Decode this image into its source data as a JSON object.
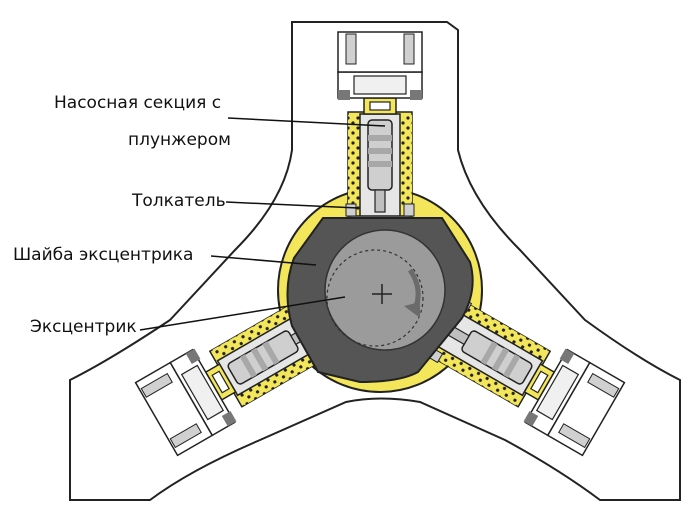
{
  "labels": {
    "pump_section_line1": "Насосная секция с",
    "pump_section_line2": "плунжером",
    "pusher": "Толкатель",
    "eccentric_washer": "Шайба эксцентрика",
    "eccentric": "Эксцентрик"
  },
  "colors": {
    "housing_fill": "#ffffff",
    "outline": "#222222",
    "oil_yellow": "#f3e65a",
    "washer_dark": "#555555",
    "eccentric_gray": "#9b9b9b",
    "metal_light": "#d9d9d9",
    "metal_mid": "#bdbdbd",
    "dot_color": "#222222",
    "rotation_arrow": "#6b6b6b"
  },
  "icons": {
    "center_mark": "crosshair",
    "rotation": "curved-arrow-clockwise"
  }
}
